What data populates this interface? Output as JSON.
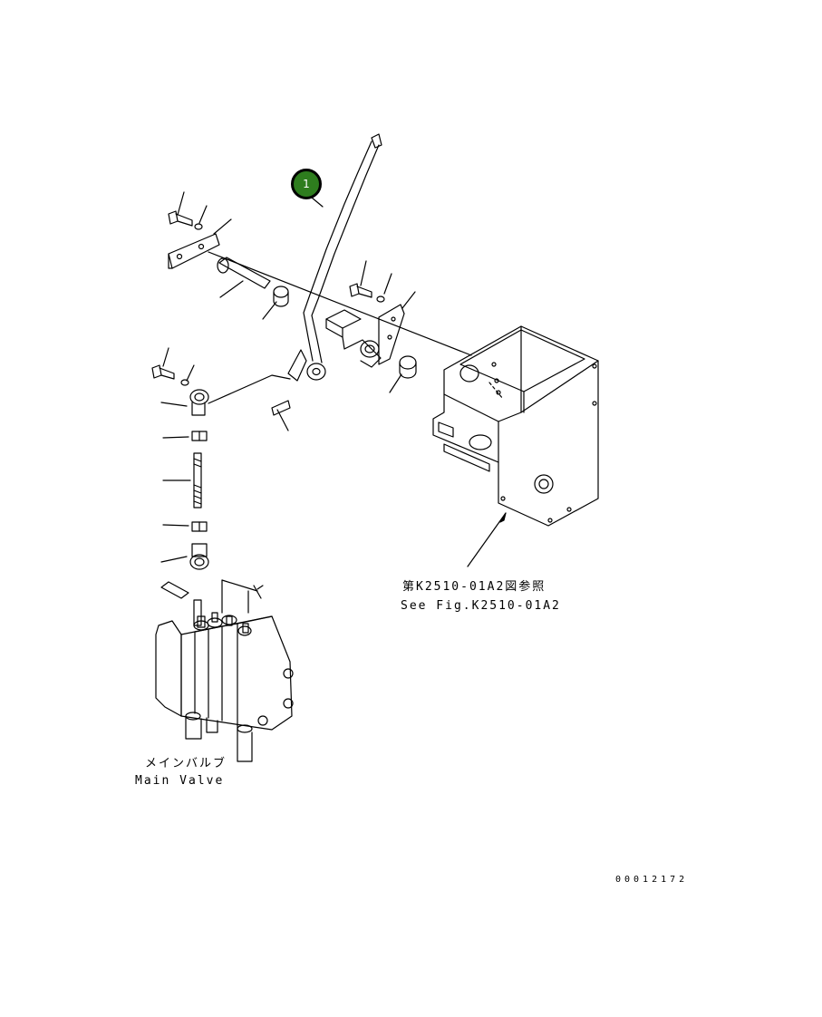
{
  "callout": {
    "number": "1"
  },
  "labels": {
    "reference_jp": "第K2510-01A2図参照",
    "reference_en": "See Fig.K2510-01A2",
    "main_valve_jp": "メインバルブ",
    "main_valve_en": "Main Valve"
  },
  "document_number": "00012172"
}
